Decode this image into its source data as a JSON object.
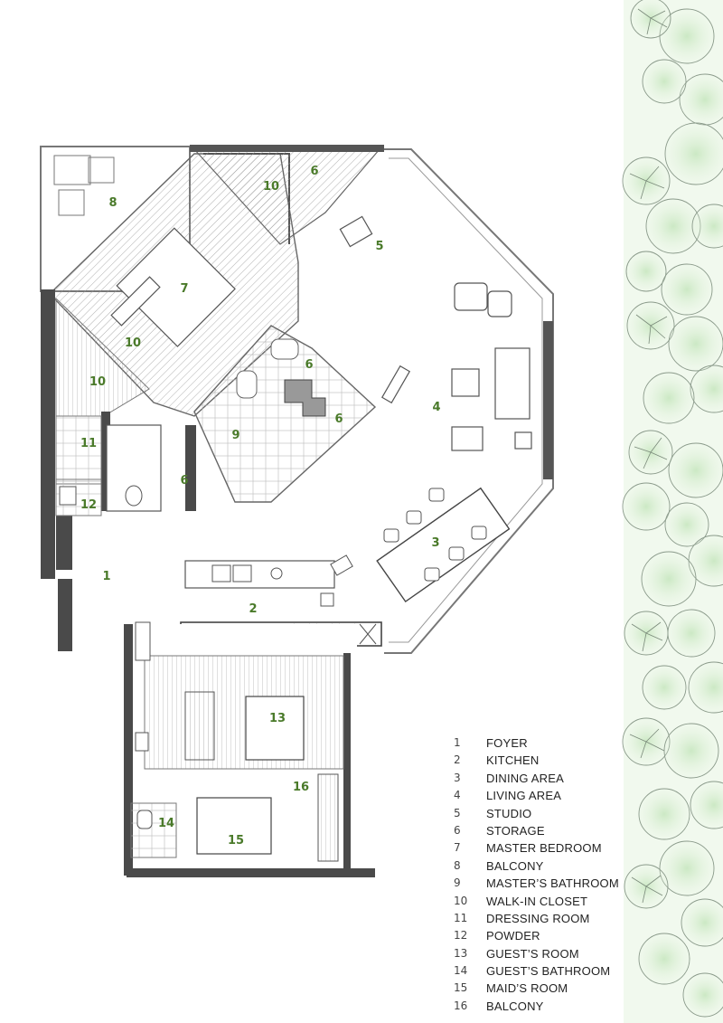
{
  "rooms": [
    {
      "num": "1",
      "label": "FOYER"
    },
    {
      "num": "2",
      "label": "KITCHEN"
    },
    {
      "num": "3",
      "label": "DINING AREA"
    },
    {
      "num": "4",
      "label": "LIVING AREA"
    },
    {
      "num": "5",
      "label": "STUDIO"
    },
    {
      "num": "6",
      "label": "STORAGE"
    },
    {
      "num": "7",
      "label": "MASTER BEDROOM"
    },
    {
      "num": "8",
      "label": "BALCONY"
    },
    {
      "num": "9",
      "label": "MASTER’S BATHROOM"
    },
    {
      "num": "10",
      "label": "WALK-IN CLOSET"
    },
    {
      "num": "11",
      "label": "DRESSING ROOM"
    },
    {
      "num": "12",
      "label": "POWDER"
    },
    {
      "num": "13",
      "label": "GUEST’S ROOM"
    },
    {
      "num": "14",
      "label": "GUEST’S BATHROOM"
    },
    {
      "num": "15",
      "label": "MAID’S ROOM"
    },
    {
      "num": "16",
      "label": "BALCONY"
    }
  ],
  "plan_markers": {
    "foyer": "1",
    "kitchen": "2",
    "dining": "3",
    "living": "4",
    "studio": "5",
    "storage_a": "6",
    "storage_b": "6",
    "storage_c": "6",
    "storage_d": "6",
    "master_bedroom": "7",
    "balcony": "8",
    "master_bath": "9",
    "closet_a": "10",
    "closet_b": "10",
    "closet_c": "10",
    "dressing": "11",
    "powder": "12",
    "guest_room": "13",
    "guest_bath": "14",
    "maid_room": "15",
    "balcony_b": "16"
  },
  "colors": {
    "wall": "#4a4a4a",
    "line": "#666666",
    "number": "#4a7a2a",
    "tree_fill": "#cfe9c9"
  }
}
